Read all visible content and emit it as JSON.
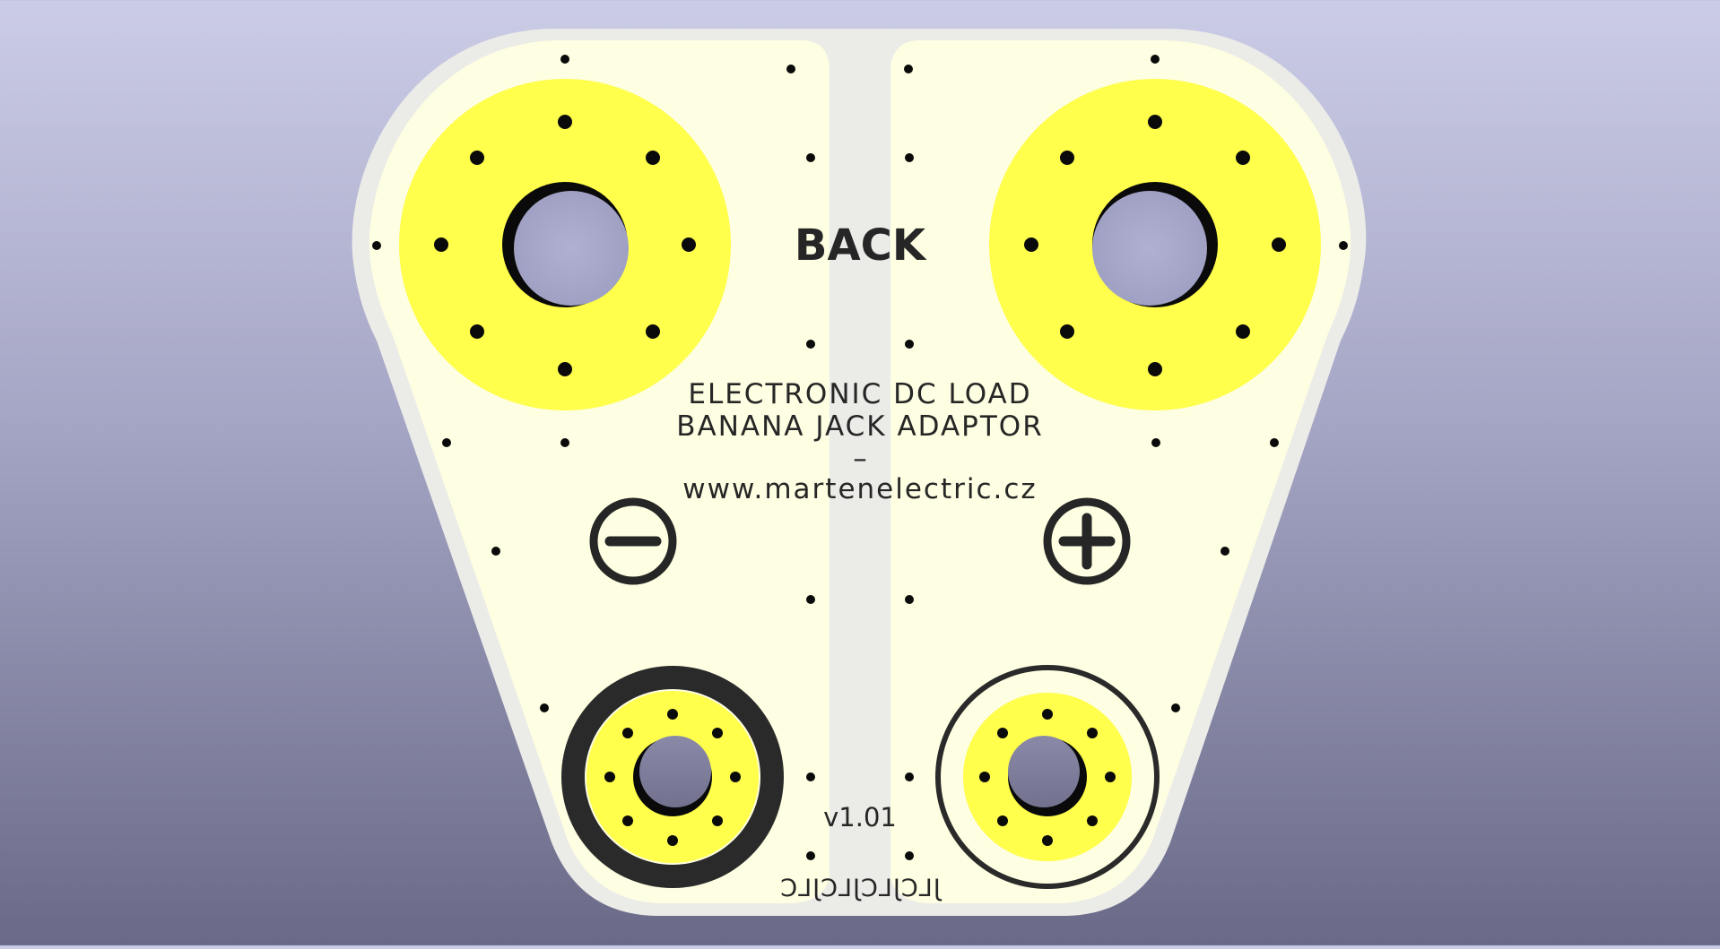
{
  "viewer": {
    "background_top": "#cbcce6",
    "background_bottom": "#6a6a88"
  },
  "board": {
    "edge_color": "#ebebe8",
    "substrate_color": "#fefee2",
    "copper_color": "#ffff4c",
    "hole_color": "#0a0a0a",
    "silkscreen_color": "#262626",
    "center_strip_color": "#ebebe8",
    "silkscreen": {
      "side_label": "BACK",
      "title_line1": "ELECTRONIC DC LOAD",
      "title_line2": "BANANA JACK ADAPTOR",
      "separator": "–",
      "website": "www.martenelectric.cz",
      "version": "v1.01",
      "fab_mark": "JLCJLCJLCJLC",
      "negative_symbol": "minus-in-circle",
      "positive_symbol": "plus-in-circle"
    },
    "pads": [
      {
        "id": "pad-top-left",
        "role": "large banana jack pad",
        "via_count": 8
      },
      {
        "id": "pad-top-right",
        "role": "large banana jack pad",
        "via_count": 8
      },
      {
        "id": "pad-bottom-left",
        "role": "small banana jack pad (thick ring)",
        "via_count": 8
      },
      {
        "id": "pad-bottom-right",
        "role": "small banana jack pad (thin ring)",
        "via_count": 8
      }
    ]
  }
}
